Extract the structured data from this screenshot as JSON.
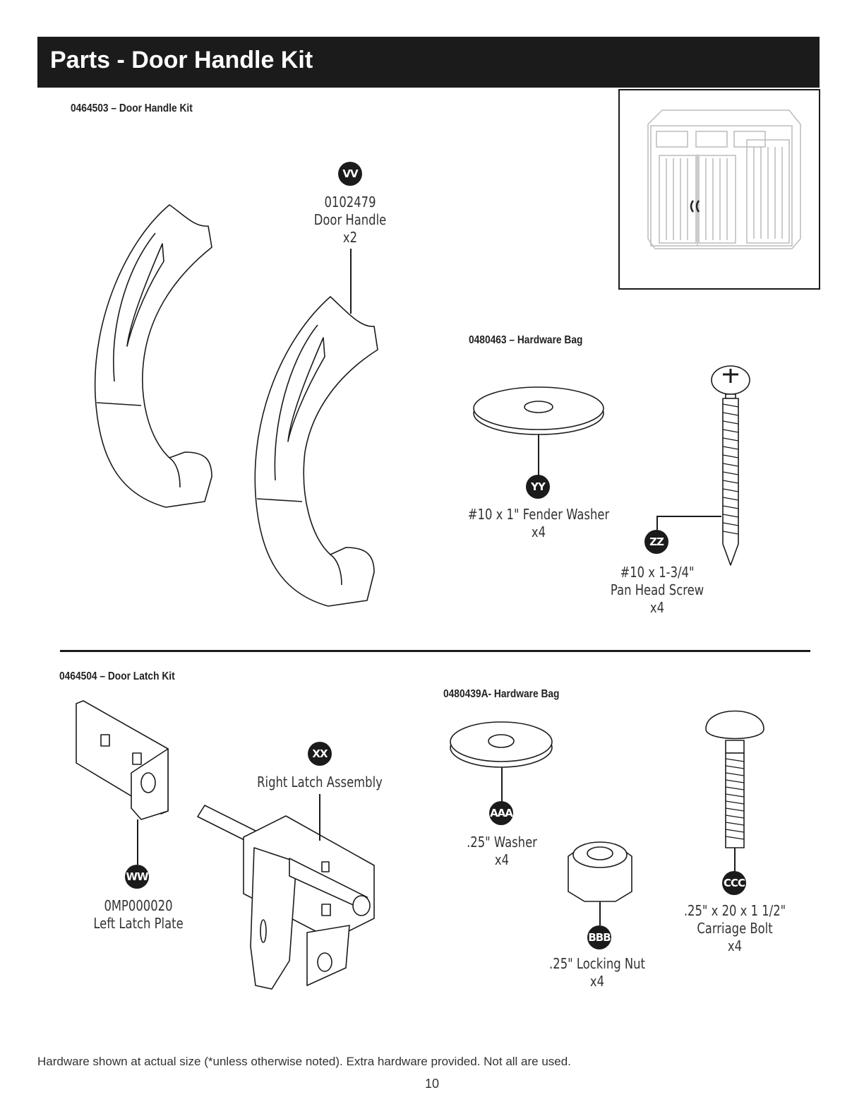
{
  "header": {
    "title": "Parts - Door Handle Kit"
  },
  "kits": {
    "handle_kit": "0464503 – Door Handle Kit",
    "handle_bag": "0480463 – Hardware Bag",
    "latch_kit": "0464504 – Door Latch Kit",
    "latch_bag": "0480439A- Hardware Bag"
  },
  "parts": {
    "vv": {
      "badge": "VV",
      "code": "0102479",
      "name": "Door Handle",
      "qty": "x2"
    },
    "yy": {
      "badge": "YY",
      "name": "#10 x 1\" Fender Washer",
      "qty": "x4"
    },
    "zz": {
      "badge": "ZZ",
      "name": "#10 x 1-3/4\"",
      "name2": "Pan Head Screw",
      "qty": "x4"
    },
    "ww": {
      "badge": "WW",
      "code": "0MP000020",
      "name": "Left Latch Plate"
    },
    "xx": {
      "badge": "XX",
      "name": "Right Latch Assembly"
    },
    "aaa": {
      "badge": "AAA",
      "name": ".25\" Washer",
      "qty": "x4"
    },
    "bbb": {
      "badge": "BBB",
      "name": ".25\" Locking Nut",
      "qty": "x4"
    },
    "ccc": {
      "badge": "CCC",
      "name": ".25\" x 20 x 1 1/2\"",
      "name2": "Carriage Bolt",
      "qty": "x4"
    }
  },
  "footer": {
    "note": "Hardware shown at actual size (*unless otherwise noted). Extra hardware provided. Not all are used.",
    "page": "10"
  }
}
